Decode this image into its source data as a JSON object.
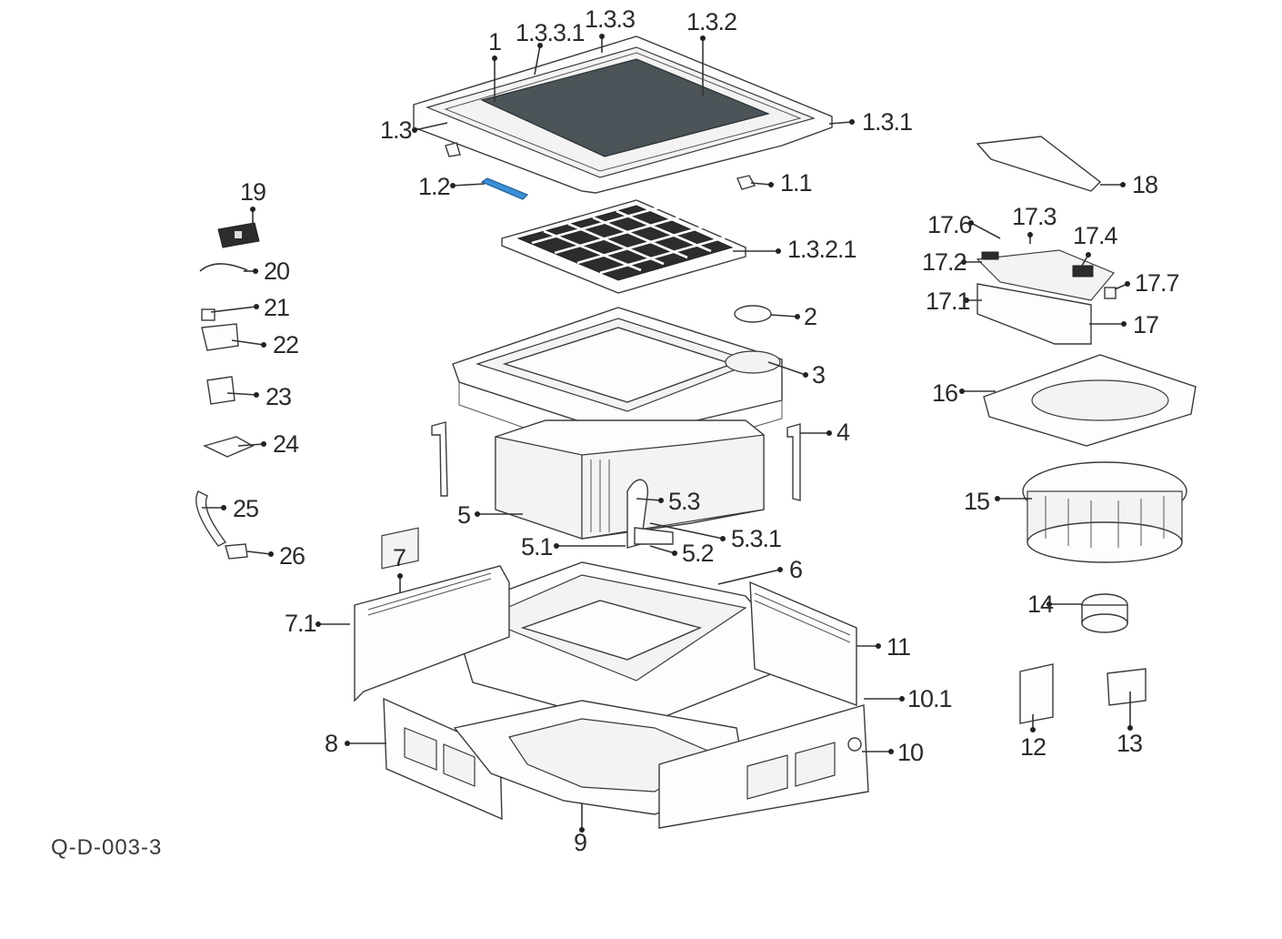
{
  "diagram_code": "Q-D-003-3",
  "highlight_color": "#3b8fd6",
  "callouts": [
    {
      "id": "c-1",
      "label": "1"
    },
    {
      "id": "c-1-3-3-1",
      "label": "1.3.3.1"
    },
    {
      "id": "c-1-3-3",
      "label": "1.3.3"
    },
    {
      "id": "c-1-3-2",
      "label": "1.3.2"
    },
    {
      "id": "c-1-3",
      "label": "1.3"
    },
    {
      "id": "c-1-3-1",
      "label": "1.3.1"
    },
    {
      "id": "c-1-2",
      "label": "1.2"
    },
    {
      "id": "c-1-1",
      "label": "1.1"
    },
    {
      "id": "c-1-3-2-1",
      "label": "1.3.2.1"
    },
    {
      "id": "c-2",
      "label": "2"
    },
    {
      "id": "c-3",
      "label": "3"
    },
    {
      "id": "c-4",
      "label": "4"
    },
    {
      "id": "c-5",
      "label": "5"
    },
    {
      "id": "c-5-1",
      "label": "5.1"
    },
    {
      "id": "c-5-2",
      "label": "5.2"
    },
    {
      "id": "c-5-3",
      "label": "5.3"
    },
    {
      "id": "c-5-3-1",
      "label": "5.3.1"
    },
    {
      "id": "c-6",
      "label": "6"
    },
    {
      "id": "c-7",
      "label": "7"
    },
    {
      "id": "c-7-1",
      "label": "7.1"
    },
    {
      "id": "c-8",
      "label": "8"
    },
    {
      "id": "c-9",
      "label": "9"
    },
    {
      "id": "c-10",
      "label": "10"
    },
    {
      "id": "c-10-1",
      "label": "10.1"
    },
    {
      "id": "c-11",
      "label": "11"
    },
    {
      "id": "c-12",
      "label": "12"
    },
    {
      "id": "c-13",
      "label": "13"
    },
    {
      "id": "c-14",
      "label": "14"
    },
    {
      "id": "c-15",
      "label": "15"
    },
    {
      "id": "c-16",
      "label": "16"
    },
    {
      "id": "c-17",
      "label": "17"
    },
    {
      "id": "c-17-1",
      "label": "17.1"
    },
    {
      "id": "c-17-2",
      "label": "17.2"
    },
    {
      "id": "c-17-3",
      "label": "17.3"
    },
    {
      "id": "c-17-4",
      "label": "17.4"
    },
    {
      "id": "c-17-6",
      "label": "17.6"
    },
    {
      "id": "c-17-7",
      "label": "17.7"
    },
    {
      "id": "c-18",
      "label": "18"
    },
    {
      "id": "c-19",
      "label": "19"
    },
    {
      "id": "c-20",
      "label": "20"
    },
    {
      "id": "c-21",
      "label": "21"
    },
    {
      "id": "c-22",
      "label": "22"
    },
    {
      "id": "c-23",
      "label": "23"
    },
    {
      "id": "c-24",
      "label": "24"
    },
    {
      "id": "c-25",
      "label": "25"
    },
    {
      "id": "c-26",
      "label": "26"
    }
  ]
}
